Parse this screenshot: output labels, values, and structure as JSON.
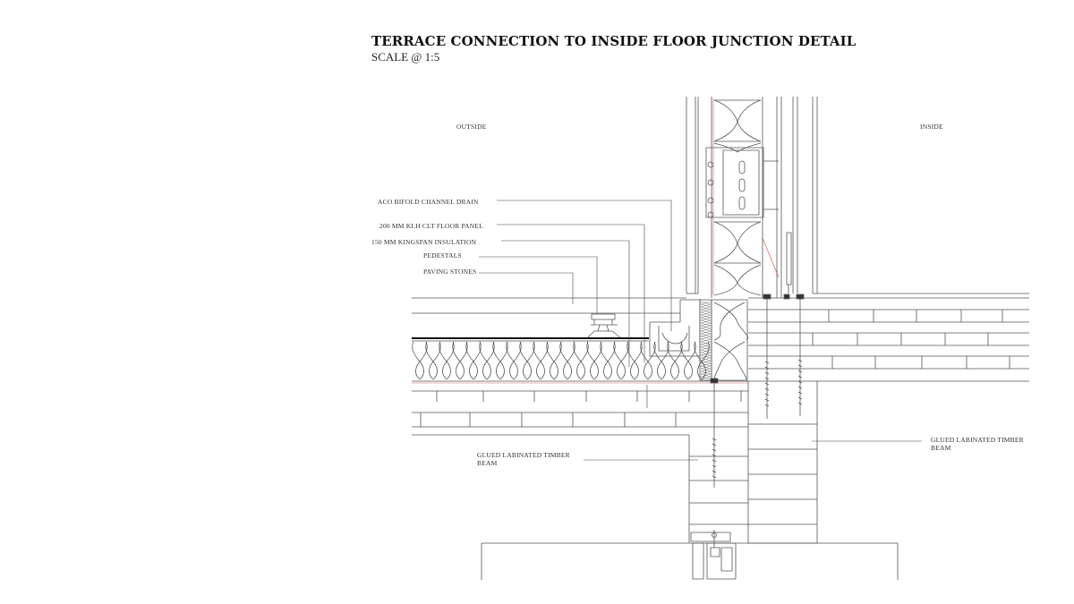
{
  "title": "TERRACE CONNECTION TO INSIDE FLOOR JUNCTION DETAIL",
  "scale": "SCALE @ 1:5",
  "zones": {
    "outside": "OUTSIDE",
    "inside": "INSIDE"
  },
  "labels": {
    "aco_drain": "ACO BIFOLD CHANNEL DRAIN",
    "clt_panel": "200 MM KLH CLT FLOOR PANEL",
    "insulation": "150 MM KINGSPAN INSULATION",
    "pedestals": "PEDESTALS",
    "paving": "PAVING STONES",
    "glulam_left_1": "GLUED LABINATED TIMBER",
    "glulam_left_2": "BEAM",
    "glulam_right_1": "GLUED LABINATED TIMBER",
    "glulam_right_2": "BEAM"
  }
}
